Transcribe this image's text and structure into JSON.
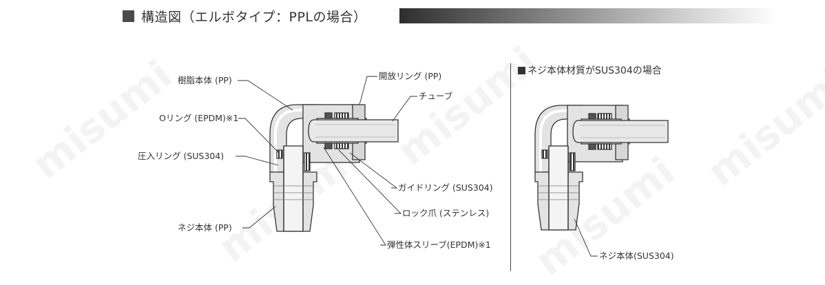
{
  "header": {
    "title": "構造図（エルボタイプ：PPLの場合）"
  },
  "watermark": "misumi",
  "left_diagram": {
    "labels": {
      "resin_body": "樹脂本体 (PP)",
      "o_ring": "Oリング (EPDM)※1",
      "press_ring": "圧入リング (SUS304)",
      "thread_body": "ネジ本体 (PP)",
      "release_ring": "開放リング (PP)",
      "tube": "チューブ",
      "guide_ring": "ガイドリング (SUS304)",
      "lock_claw": "ロック爪 (ステンレス)",
      "elastic_sleeve": "弾性体スリーブ(EPDM)※1"
    }
  },
  "right_diagram": {
    "title": "ネジ本体材質がSUS304の場合",
    "labels": {
      "thread_body": "ネジ本体(SUS304)"
    }
  },
  "colors": {
    "body_fill": "#e3e3e3",
    "outline": "#333333",
    "header_bar_dark": "#2e2e2e"
  }
}
